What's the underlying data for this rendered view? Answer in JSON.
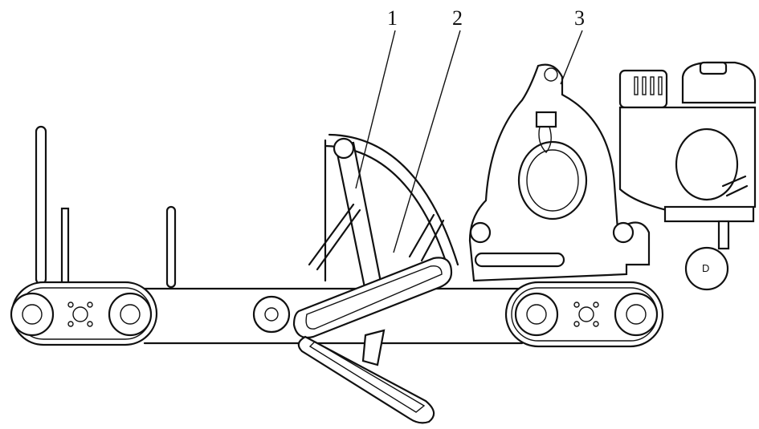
{
  "callouts": [
    {
      "id": "1",
      "text": "1"
    },
    {
      "id": "2",
      "text": "2"
    },
    {
      "id": "3",
      "text": "3"
    }
  ],
  "labels": {
    "motor_mark": "D"
  }
}
